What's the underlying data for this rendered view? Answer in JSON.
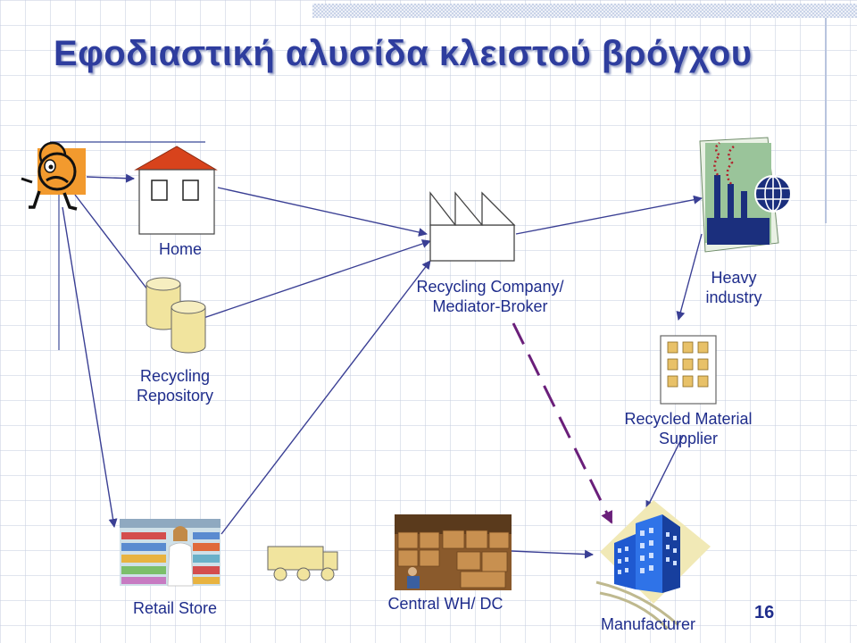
{
  "slide": {
    "title": "Εφοδιαστική αλυσίδα κλειστού βρόγχου",
    "page_number": "16"
  },
  "nodes": {
    "home": "Home",
    "recycling_company_line1": "Recycling Company/",
    "recycling_company_line2": "Mediator-Broker",
    "heavy_industry_line1": "Heavy",
    "heavy_industry_line2": "industry",
    "recycling_repository_line1": "Recycling",
    "recycling_repository_line2": "Repository",
    "recycled_supplier_line1": "Recycled Material",
    "recycled_supplier_line2": "Supplier",
    "retail_store": "Retail Store",
    "central_wh": "Central WH/ DC",
    "manufacturer": "Manufacturer"
  },
  "colors": {
    "title": "#2e3d9e",
    "labels": "#1f2d8c",
    "arrows": "#3a3f94",
    "dashed_arrow": "#6a1f7a"
  }
}
